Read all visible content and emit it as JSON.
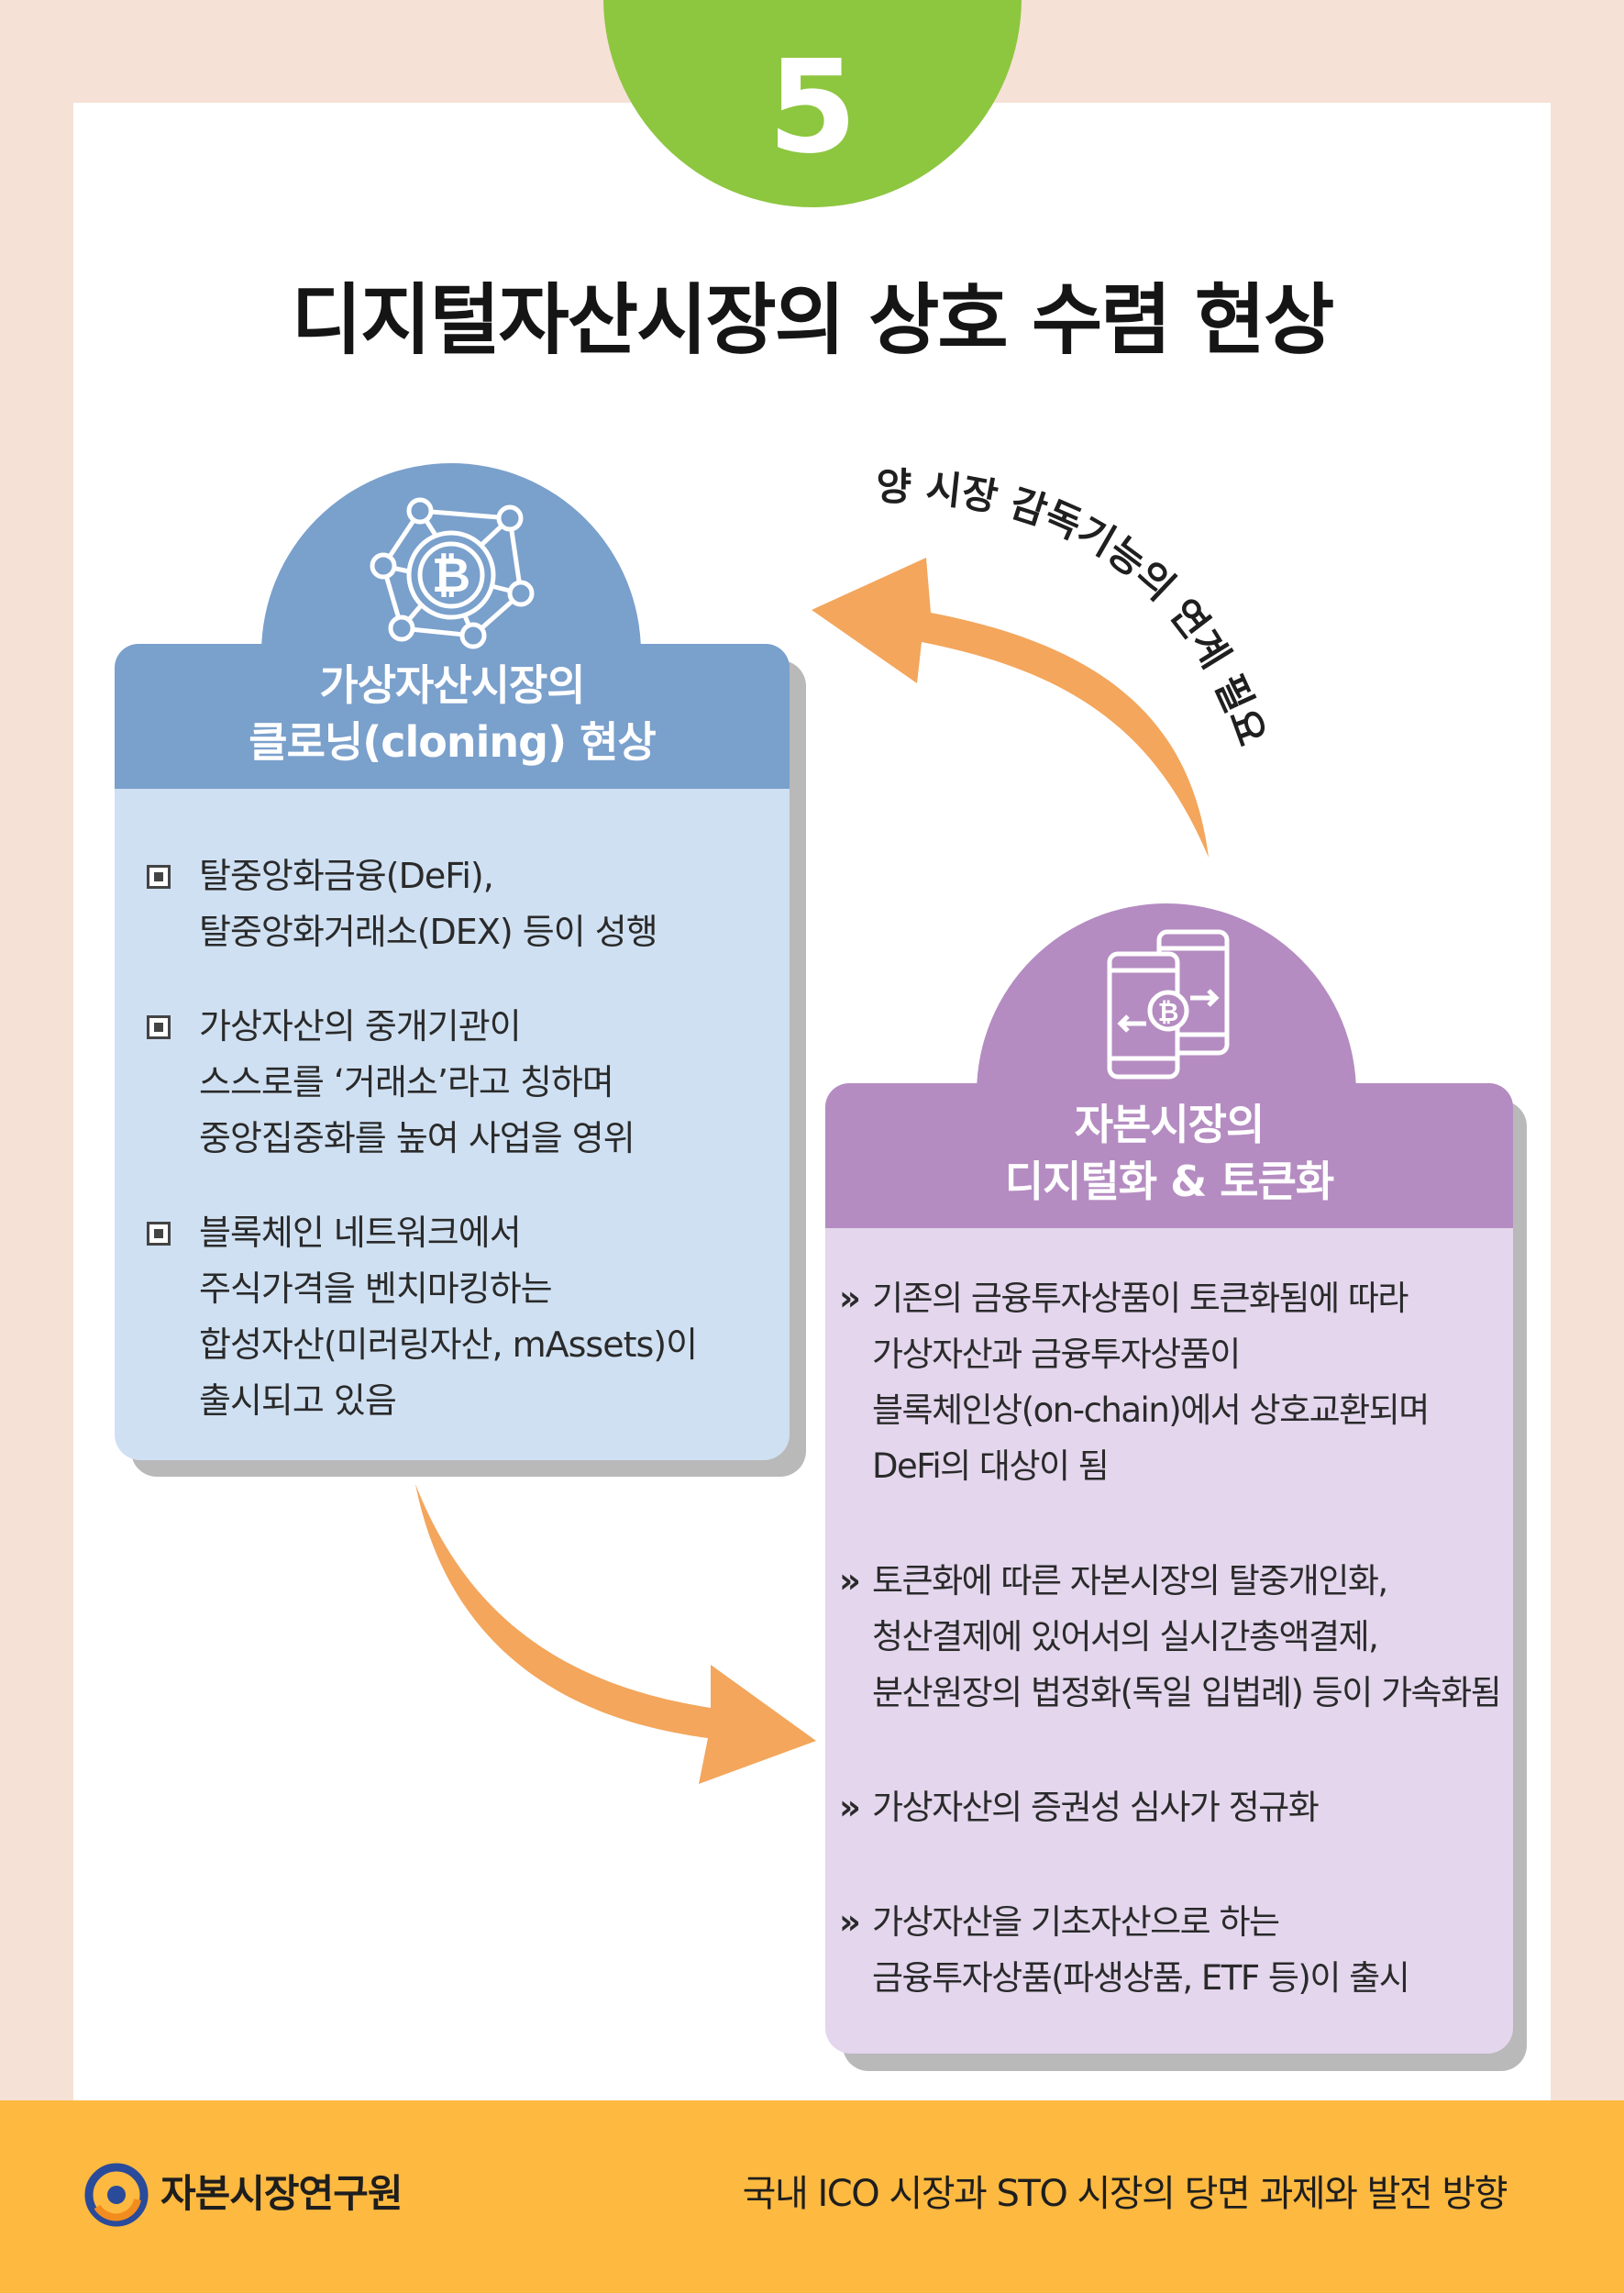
{
  "section_number": "5",
  "title": "디지털자산시장의 상호 수렴 현상",
  "curve_label": "양 시장 감독기능의 연계 필요",
  "left_card": {
    "title_line1": "가상자산시장의",
    "title_line2": "클로닝(cloning) 현상",
    "icon": "bitcoin-network-icon",
    "bullets": [
      [
        "탈중앙화금융(DeFi),",
        "탈중앙화거래소(DEX) 등이 성행"
      ],
      [
        "가상자산의 중개기관이",
        "스스로를 ‘거래소’라고 칭하며",
        "중앙집중화를 높여 사업을 영위"
      ],
      [
        "블록체인 네트워크에서",
        "주식가격을 벤치마킹하는",
        "합성자산(미러링자산, mAssets)이",
        "출시되고 있음"
      ]
    ]
  },
  "right_card": {
    "title_line1": "자본시장의",
    "title_line2": "디지털화 & 토큰화",
    "icon": "phone-token-exchange-icon",
    "marker": "»",
    "items": [
      [
        "기존의 금융투자상품이 토큰화됨에 따라",
        "가상자산과 금융투자상품이",
        "블록체인상(on-chain)에서 상호교환되며",
        "DeFi의 대상이 됨"
      ],
      [
        "토큰화에 따른 자본시장의 탈중개인화,",
        "청산결제에 있어서의 실시간총액결제,",
        "분산원장의 법정화(독일 입법례) 등이 가속화됨"
      ],
      [
        "가상자산의 증권성 심사가 정규화"
      ],
      [
        "가상자산을 기초자산으로 하는",
        "금융투자상품(파생상품, ETF 등)이 출시"
      ]
    ]
  },
  "footer": {
    "org_name": "자본시장연구원",
    "report_title": "국내 ICO 시장과 STO 시장의 당면 과제와 발전 방향"
  },
  "colors": {
    "badge": "#8dc63f",
    "left_accent": "#7aa0cc",
    "left_body": "#cfe0f2",
    "right_accent": "#b48cc1",
    "right_body": "#e3d6ed",
    "arrow": "#f3a65c",
    "footer": "#fdb940",
    "background": "#f6e1d6"
  }
}
